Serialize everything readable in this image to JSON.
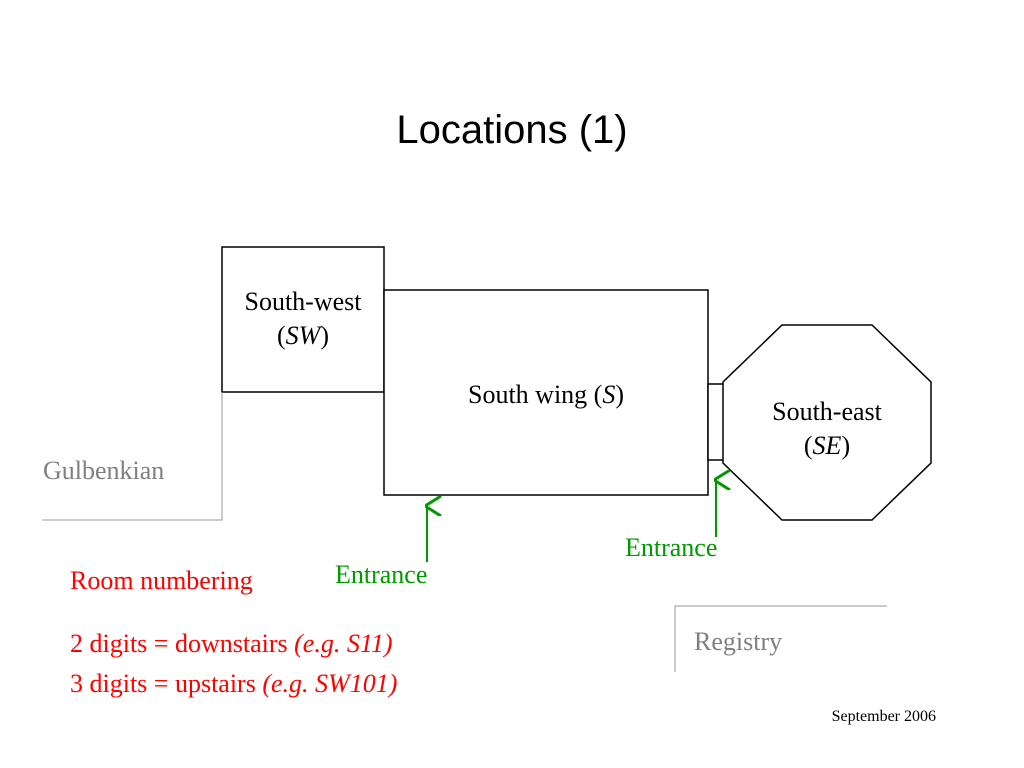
{
  "title": "Locations (1)",
  "buildings": {
    "south_west": {
      "name": "South-west",
      "code": "SW"
    },
    "south_wing": {
      "name": "South wing",
      "code": "S"
    },
    "south_east": {
      "name": "South-east",
      "code": "SE"
    }
  },
  "neighbours": {
    "gulbenkian": "Gulbenkian",
    "registry": "Registry"
  },
  "entrances": {
    "left": "Entrance",
    "right": "Entrance"
  },
  "room_numbering": {
    "heading": "Room numbering",
    "rules": [
      {
        "text": "2 digits = downstairs",
        "example": "(e.g. S11)"
      },
      {
        "text": "3 digits = upstairs",
        "example": "(e.g. SW101)"
      }
    ]
  },
  "footer": "September 2006",
  "colors": {
    "entrance": "#009900",
    "room_numbering": "#ff0000",
    "neighbour": "#808080"
  }
}
